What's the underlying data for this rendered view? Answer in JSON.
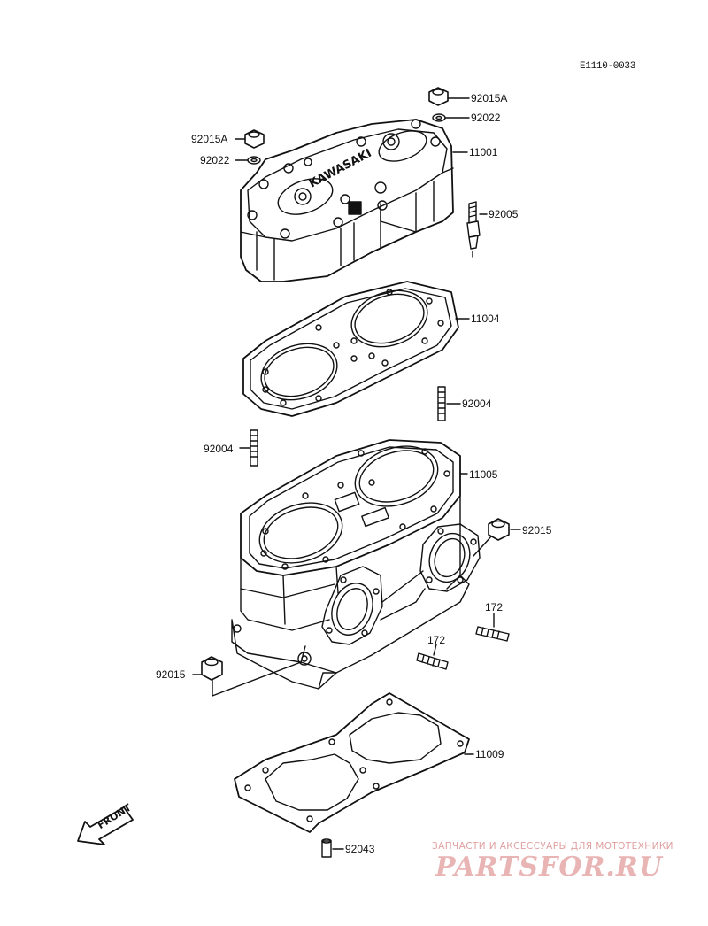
{
  "drawing_id": "E1110-0033",
  "part_labels": {
    "p92015A_top": "92015A",
    "p92022_top": "92022",
    "p92015A_left": "92015A",
    "p92022_left": "92022",
    "p11001": "11001",
    "p92005": "92005",
    "p11004": "11004",
    "p92004_right": "92004",
    "p92004_left": "92004",
    "p11005": "11005",
    "p92015_right": "92015",
    "p172_right": "172",
    "p172_left": "172",
    "p92015_left": "92015",
    "p11009": "11009",
    "p92043": "92043"
  },
  "front_marker": "FRONT",
  "watermark": {
    "caption": "ЗАПЧАСТИ И АКСЕССУАРЫ ДЛЯ МОТОТЕХНИКИ",
    "logo": "PARTSFOR.RU"
  },
  "head_brand": "KAWASAKI",
  "colors": {
    "ink": "#111111",
    "watermark": "#e0a0a0"
  }
}
